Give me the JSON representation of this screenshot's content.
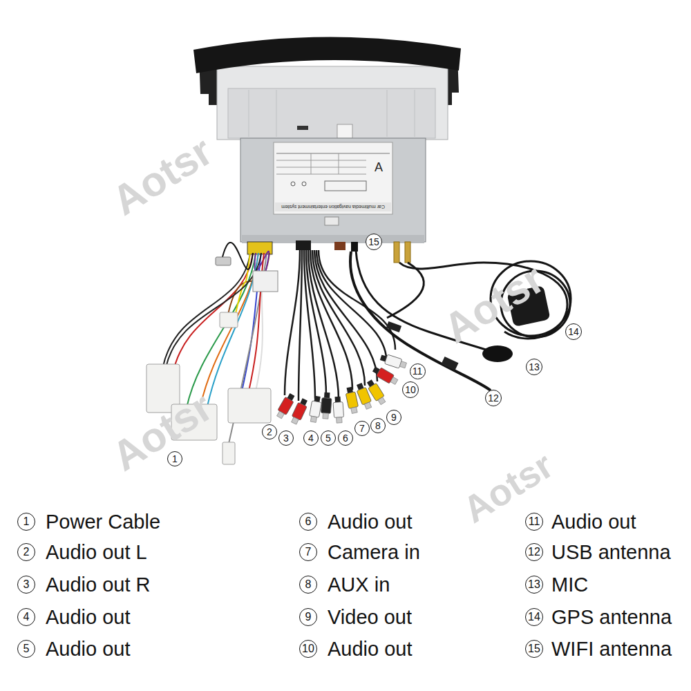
{
  "diagram": {
    "nodes": [
      {
        "text": [
          "1"
        ]
      },
      {
        "text": [
          "2"
        ]
      },
      {
        "text": [
          "3"
        ]
      },
      {
        "text": [
          "4"
        ]
      },
      {
        "text": [
          "5"
        ]
      },
      {
        "text": [
          "6"
        ]
      },
      {
        "text": [
          "7"
        ]
      },
      {
        "text": [
          "8"
        ]
      },
      {
        "text": [
          "9"
        ]
      },
      {
        "text": [
          "10"
        ]
      },
      {
        "text": [
          "11"
        ]
      },
      {
        "text": [
          "12"
        ]
      },
      {
        "text": [
          "13"
        ]
      },
      {
        "text": [
          "14"
        ]
      },
      {
        "text": [
          "15"
        ]
      },
      {
        "text": [
          "1"
        ]
      },
      {
        "text": [
          "2"
        ]
      },
      {
        "text": [
          "3"
        ]
      },
      {
        "text": [
          "4"
        ]
      },
      {
        "text": [
          "5"
        ]
      },
      {
        "text": [
          "6"
        ]
      },
      {
        "text": [
          "7"
        ]
      },
      {
        "text": [
          "8"
        ]
      },
      {
        "text": [
          "9"
        ]
      },
      {
        "text": [
          "10"
        ]
      },
      {
        "text": [
          "11"
        ]
      },
      {
        "text": [
          "12"
        ]
      },
      {
        "text": [
          "13"
        ]
      },
      {
        "text": [
          "14"
        ]
      },
      {
        "text": [
          "15"
        ]
      }
    ],
    "labels": [
      "Aotsr",
      "Aotsr",
      "Aotsr",
      "Aotsr",
      "A",
      "Car multimedia navigation entertainment system",
      "Power Cable",
      "Audio out L",
      "Audio out R",
      "Audio out",
      "Audio out",
      "Audio out",
      "Camera in",
      "AUX in",
      "Video out",
      "Audio out",
      "Audio out",
      "USB antenna",
      "MIC",
      "GPS antenna",
      "WIFI antenna"
    ]
  }
}
